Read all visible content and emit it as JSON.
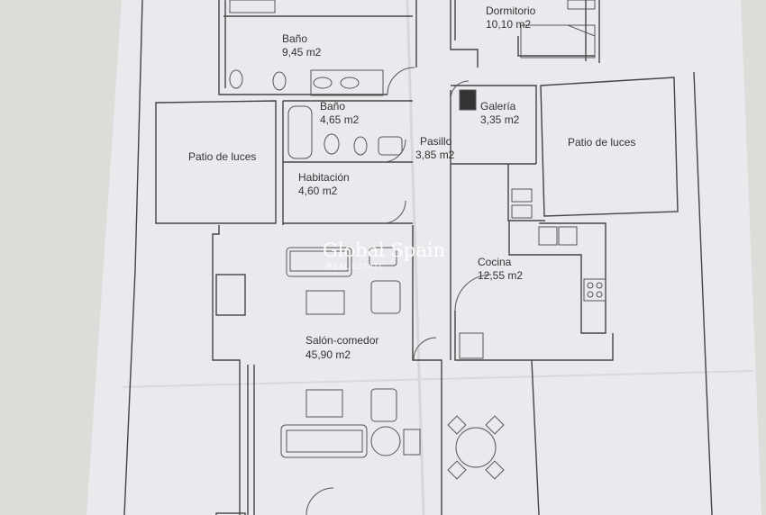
{
  "rooms": {
    "dormitorio": {
      "name": "Dormitorio",
      "area": "10,10 m2"
    },
    "bano1": {
      "name": "Baño",
      "area": "9,45 m2"
    },
    "bano2": {
      "name": "Baño",
      "area": "4,65 m2"
    },
    "galeria": {
      "name": "Galería",
      "area": "3,35 m2"
    },
    "pasillo": {
      "name": "Pasillo",
      "area": "3,85 m2"
    },
    "patio_left": {
      "name": "Patio de luces"
    },
    "patio_right": {
      "name": "Patio de luces"
    },
    "habitacion": {
      "name": "Habitación",
      "area": "4,60 m2"
    },
    "cocina": {
      "name": "Cocina",
      "area": "12,55 m2"
    },
    "salon": {
      "name": "Salón-comedor",
      "area": "45,90 m2"
    }
  },
  "watermark": {
    "title": "Global Spain",
    "subtitle": "REAL ESTATE"
  },
  "colors": {
    "paper": "#e9eaed",
    "background": "#dcdcd8",
    "line": "#444444",
    "text": "#333333",
    "watermark": "#ffffff"
  }
}
